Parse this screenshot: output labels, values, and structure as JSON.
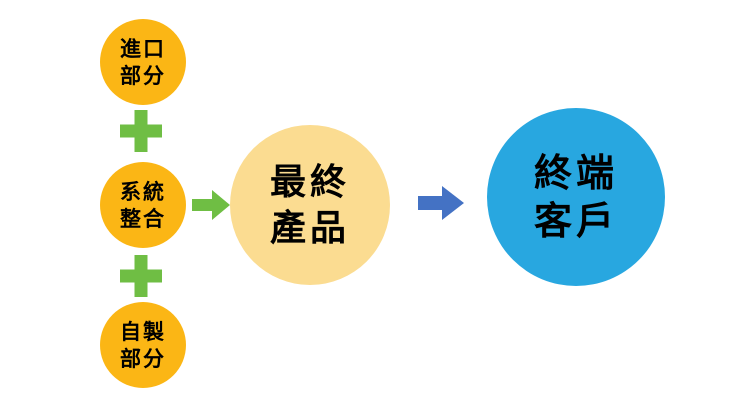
{
  "colors": {
    "background": "#FFFFFF",
    "input_circle": "#FBB615",
    "product_circle": "#FBDC91",
    "customer_circle": "#28A7E0",
    "plus": "#6FBE44",
    "green_arrow": "#6FBE44",
    "blue_arrow": "#4472C4",
    "text": "#000000"
  },
  "inputs": [
    {
      "lines": [
        "進口",
        "部分"
      ]
    },
    {
      "lines": [
        "系統",
        "整合"
      ]
    },
    {
      "lines": [
        "自製",
        "部分"
      ]
    }
  ],
  "product": {
    "lines": [
      "最終",
      "產品"
    ]
  },
  "customer": {
    "lines": [
      "終端",
      "客戶"
    ]
  }
}
